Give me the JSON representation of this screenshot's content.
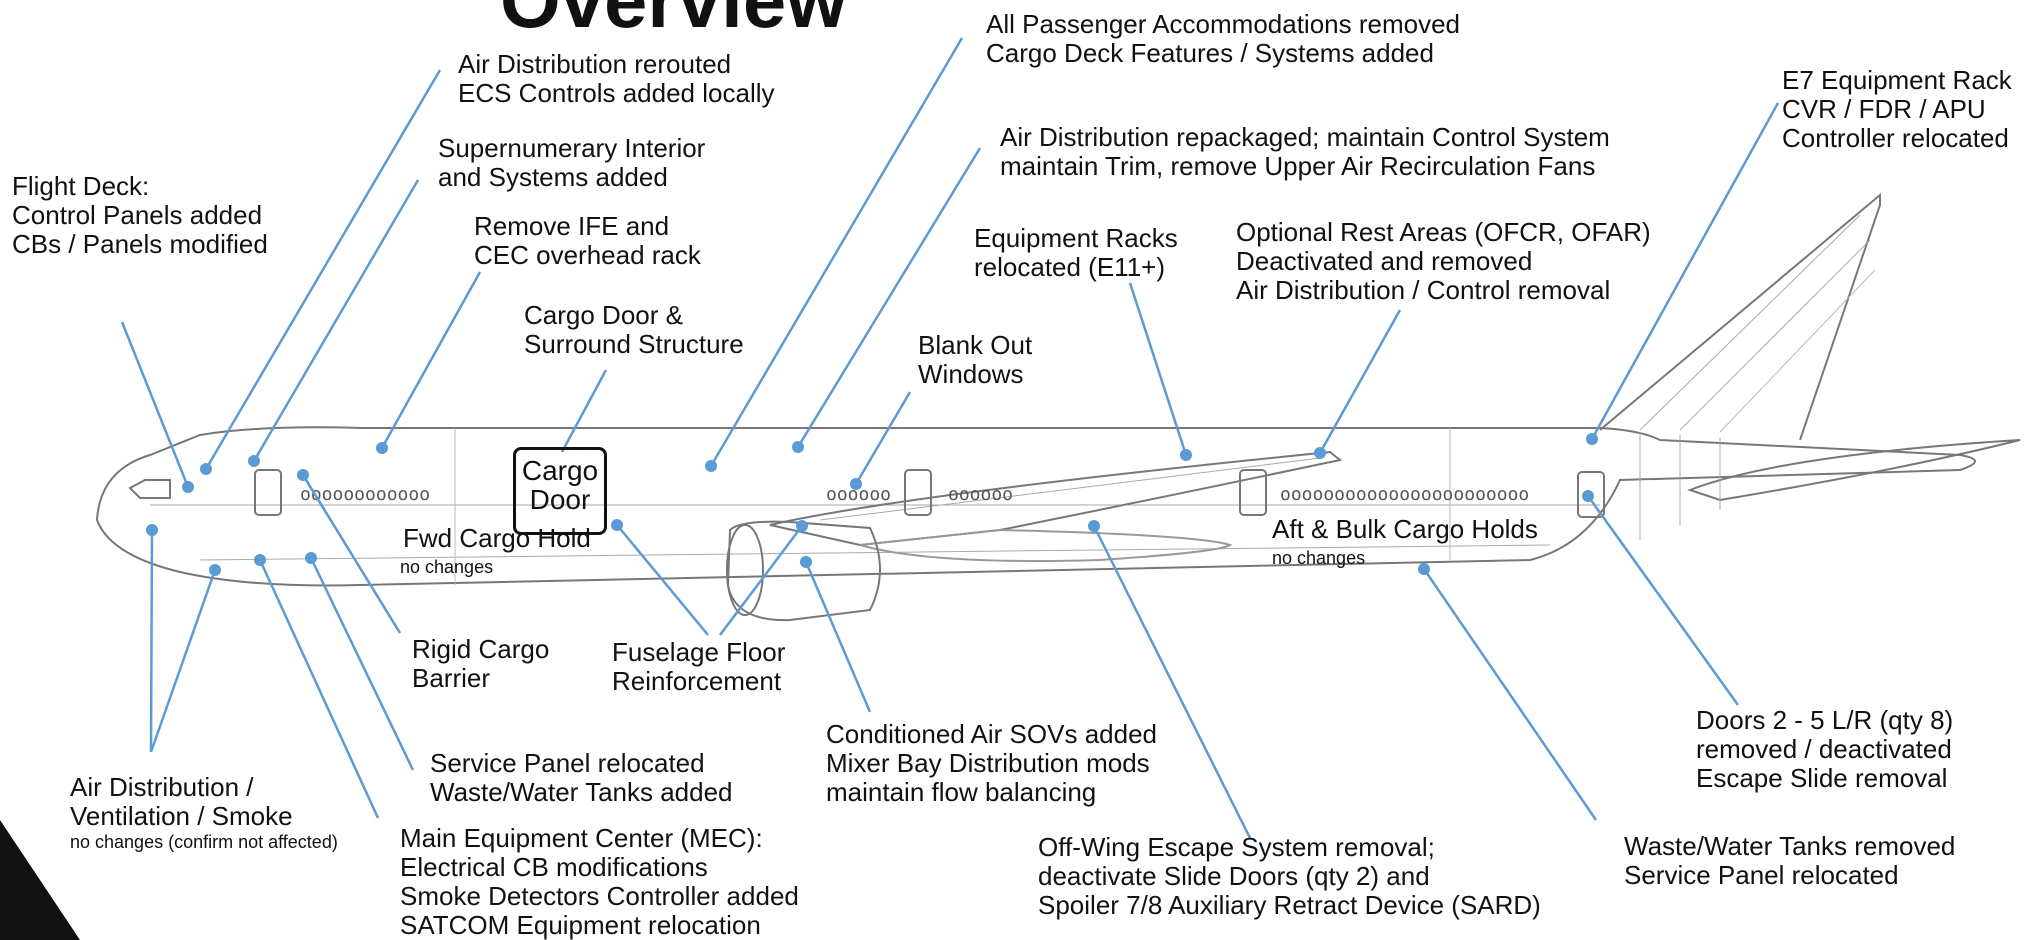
{
  "title": "Overview",
  "labels": {
    "flight_deck": [
      "Flight Deck:",
      "Control Panels added",
      "CBs / Panels modified"
    ],
    "air_distribution_rerouted": [
      "Air Distribution rerouted",
      "ECS Controls added locally"
    ],
    "supernumerary": [
      "Supernumerary Interior",
      "and Systems added"
    ],
    "remove_ife": [
      "Remove IFE and",
      "CEC overhead rack"
    ],
    "cargo_door_surround": [
      "Cargo Door &",
      "Surround Structure"
    ],
    "passenger_removed": [
      "All Passenger Accommodations removed",
      "Cargo Deck Features / Systems added"
    ],
    "air_distribution_repackaged": [
      "Air Distribution repackaged;  maintain Control System",
      "maintain Trim, remove Upper Air Recirculation Fans"
    ],
    "blank_out_windows": [
      "Blank Out",
      "Windows"
    ],
    "equipment_racks": [
      "Equipment Racks",
      "relocated (E11+)"
    ],
    "rest_areas": [
      "Optional Rest Areas (OFCR, OFAR)",
      "Deactivated and removed",
      "Air Distribution / Control removal"
    ],
    "e7_rack": [
      "E7 Equipment Rack",
      "CVR / FDR / APU",
      "Controller relocated"
    ],
    "cargo_door_box": [
      "Cargo",
      "Door"
    ],
    "fwd_cargo_hold": "Fwd Cargo Hold",
    "fwd_no_changes": "no changes",
    "aft_bulk": "Aft & Bulk Cargo Holds",
    "aft_no_changes": "no changes",
    "rigid_barrier": [
      "Rigid  Cargo",
      "Barrier"
    ],
    "floor_reinforcement": [
      "Fuselage Floor",
      "Reinforcement"
    ],
    "conditioned_air": [
      "Conditioned Air SOVs added",
      "Mixer Bay Distribution mods",
      "maintain flow balancing"
    ],
    "service_panel_relocated": [
      "Service Panel relocated",
      "Waste/Water Tanks added"
    ],
    "air_dist_vent_smoke": [
      "Air Distribution /",
      "Ventilation / Smoke"
    ],
    "air_dist_no_changes": "no changes (confirm not affected)",
    "mec": [
      "Main Equipment Center (MEC):",
      "Electrical CB modifications",
      "Smoke Detectors Controller added",
      "SATCOM Equipment relocation"
    ],
    "off_wing": [
      "Off-Wing Escape System removal;",
      "deactivate Slide Doors (qty 2) and",
      "Spoiler 7/8 Auxiliary Retract Device (SARD)"
    ],
    "doors": [
      "Doors 2 - 5 L/R (qty 8)",
      "removed / deactivated",
      "Escape Slide removal"
    ],
    "waste_water": [
      "Waste/Water Tanks removed",
      "Service Panel relocated"
    ]
  },
  "aircraft_windows": {
    "fwd": "oooooooooooo",
    "mid": "oooooo",
    "mid2": "oooooo",
    "aft": "ooooooooooooooooooooooo"
  },
  "colors": {
    "leader": "#5b9bd5",
    "dot": "#5b9bd5",
    "outline": "#666666",
    "text": "#111111"
  }
}
